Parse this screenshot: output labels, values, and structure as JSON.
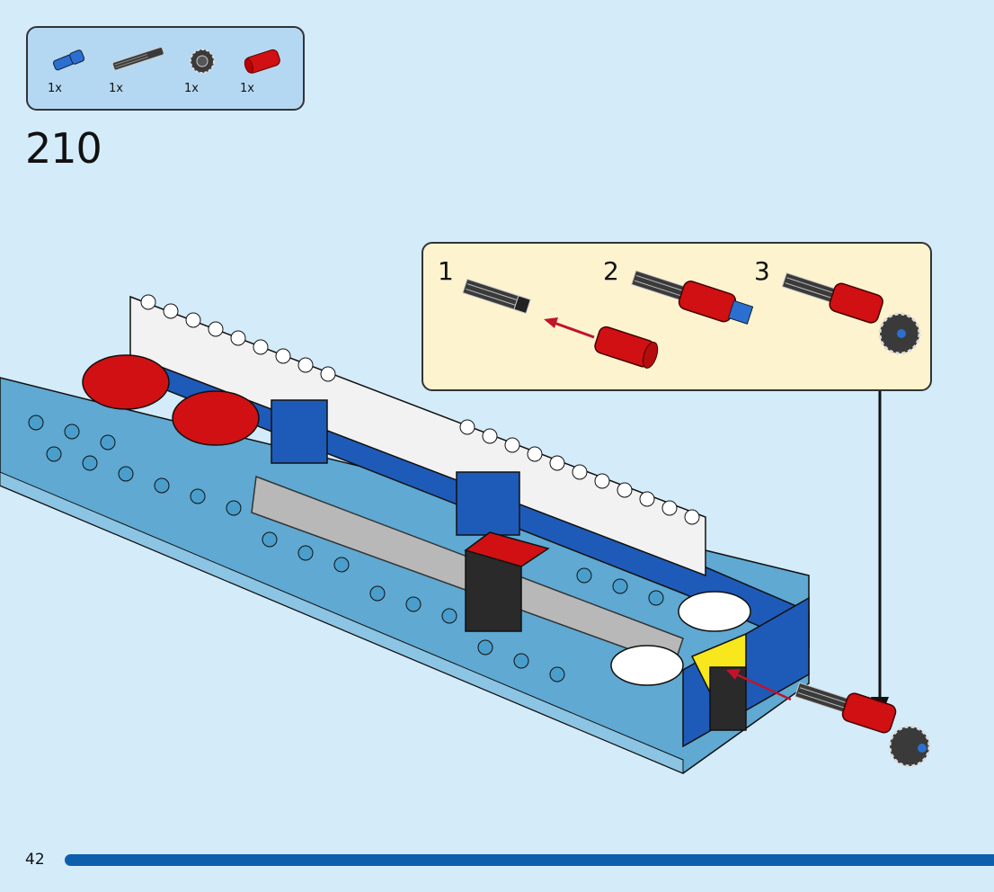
{
  "page": {
    "number": "42",
    "background_color": "#d4ebfa",
    "accent_color": "#0b5fad"
  },
  "parts_list": {
    "items": [
      {
        "name": "blue-axle-pin",
        "qty": "1x",
        "color": "#2b6fd1"
      },
      {
        "name": "dark-gray-axle",
        "qty": "1x",
        "color": "#3a3a3a"
      },
      {
        "name": "dark-gray-gear",
        "qty": "1x",
        "color": "#3a3a3a"
      },
      {
        "name": "red-axle-connector",
        "qty": "1x",
        "color": "#d01012"
      }
    ]
  },
  "step": {
    "number": "210"
  },
  "sub_assembly": {
    "steps": [
      {
        "label": "1"
      },
      {
        "label": "2"
      },
      {
        "label": "3"
      }
    ]
  },
  "progress": {
    "value": 1.0
  }
}
